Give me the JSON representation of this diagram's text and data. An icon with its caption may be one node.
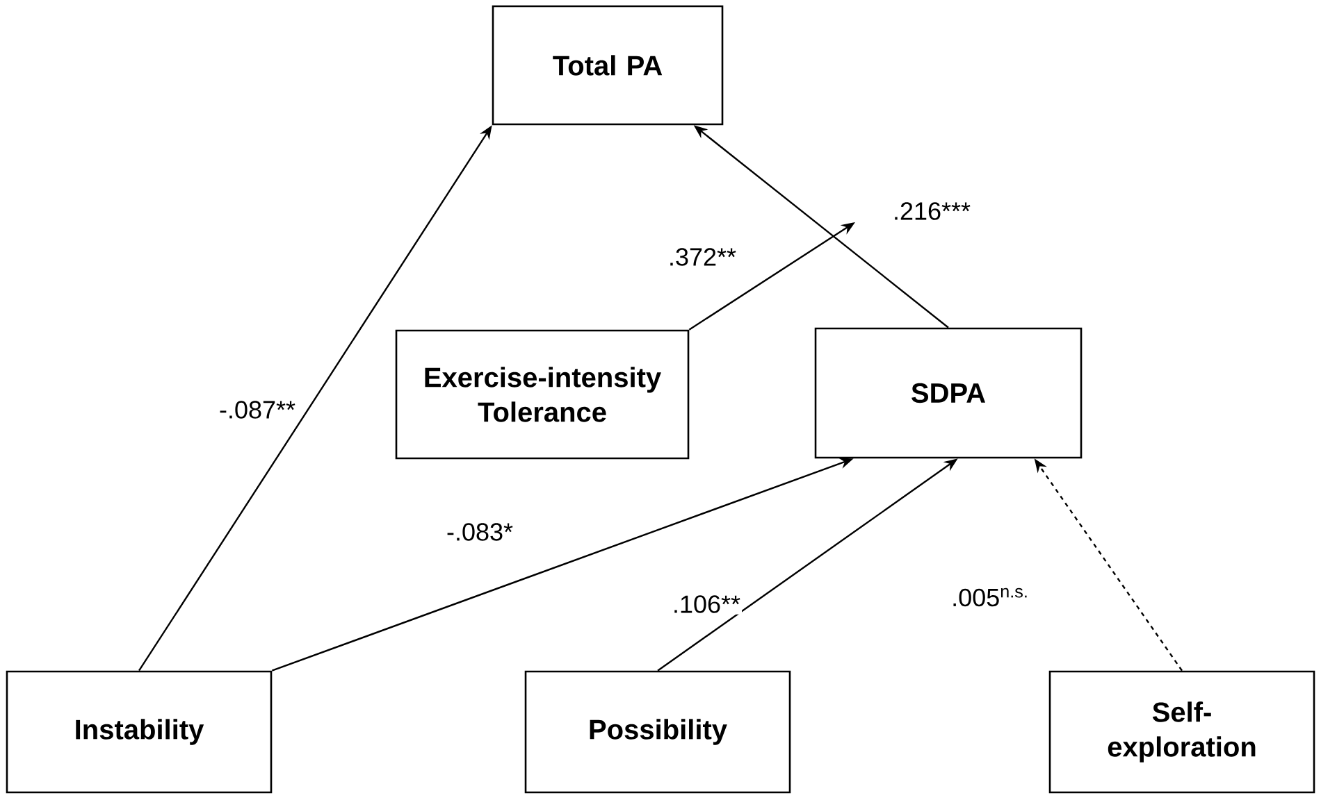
{
  "diagram": {
    "nodes": [
      {
        "text": [
          "Total PA"
        ]
      },
      {
        "text": [
          "Exercise-intensity Tolerance"
        ]
      },
      {
        "text": [
          "SDPA"
        ]
      },
      {
        "text": [
          "Instability"
        ]
      },
      {
        "text": [
          "Possibility"
        ]
      },
      {
        "text": [
          "Self-exploration"
        ]
      }
    ],
    "edges": [
      {
        "from": 3,
        "to": 0,
        "arrow": "to",
        "label": "-.087**"
      },
      {
        "from": 3,
        "to": 2,
        "arrow": "to",
        "label": "-.083*"
      },
      {
        "from": 4,
        "to": 2,
        "arrow": "to",
        "label": ".106**"
      },
      {
        "from": 5,
        "to": 2,
        "arrow": "to",
        "label": ".005$^{n.s.}$",
        "style": "dashed"
      },
      {
        "from": 2,
        "to": 0,
        "arrow": "to",
        "label": ".216***"
      },
      {
        "from": 1,
        "to": null,
        "arrow": "to",
        "label": ".372**"
      }
    ]
  }
}
